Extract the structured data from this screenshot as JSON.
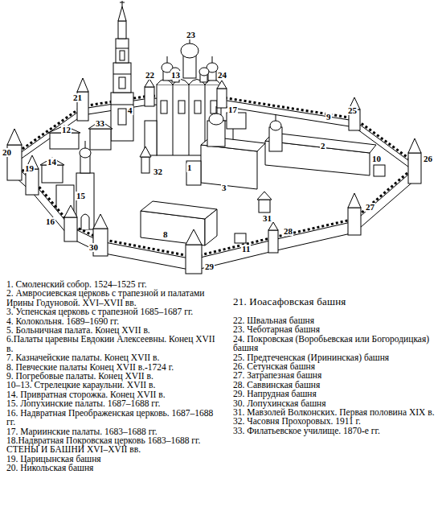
{
  "diagram": {
    "labels": [
      "23",
      "22",
      "13",
      "24",
      "21",
      "4",
      "33",
      "12",
      "14",
      "17",
      "9",
      "25",
      "2",
      "1",
      "32",
      "3",
      "20",
      "19",
      "10",
      "26",
      "15",
      "16",
      "8",
      "31",
      "27",
      "30",
      "11",
      "28",
      "29",
      "1. Смоленский собор. 1524–1525 гг.",
      "2. Амвросиевская церковь с трапезной и палатами Ирины Годуновой. XVI–XVII вв.",
      "3. Успенская церковь с трапезной 1685–1687 гг.",
      "4. Колокольня. 1689–1690 гг.",
      "5. Больничная палата. Конец XVII в.",
      "6.Палаты царевны Евдокии Алексеевны. Конец XVII в.",
      "7. Казначейские палаты. Конец XVII в.",
      "8. Певческие палаты Конец XVII в.-1724 г.",
      "9. Погребовые палаты. Конец XVII в.",
      "10–13. Стрелецкие караульни. XVII в.",
      "14. Привратная сторожка. Конец XVII в.",
      "15. Лопухинские палаты. 1687–1688 гг.",
      "16. Надвратная Преображенская церковь. 1687–1688 гг.",
      "17. Мариинские палаты. 1683–1688 гг.",
      "18.Надвратная Покровская церковь 1683–1688 гг.",
      "СТЕНЫ И БАШНИ XVI–XVII вв.",
      "19. Царицынская башня",
      "20. Никольская башня",
      "21. Иоасафовская башня",
      "22. Швальная башня",
      "23. Чеботарная башня",
      "24. Покровская (Воробьевская или Богородицкая) башня",
      "25. Предтеченская (Ирининская) башня",
      "26. Сетунская башня",
      "27. Затрапезная башня",
      "28. Саввинская башня",
      "29. Напрудная башня",
      "30. Лопухинская башня",
      "31. Мавзолей Волконских. Первая половина XIX в.",
      "32. Часовня Прохоровых. 1911 г.",
      "33. Филатьевское училище. 1870-е гг."
    ]
  }
}
